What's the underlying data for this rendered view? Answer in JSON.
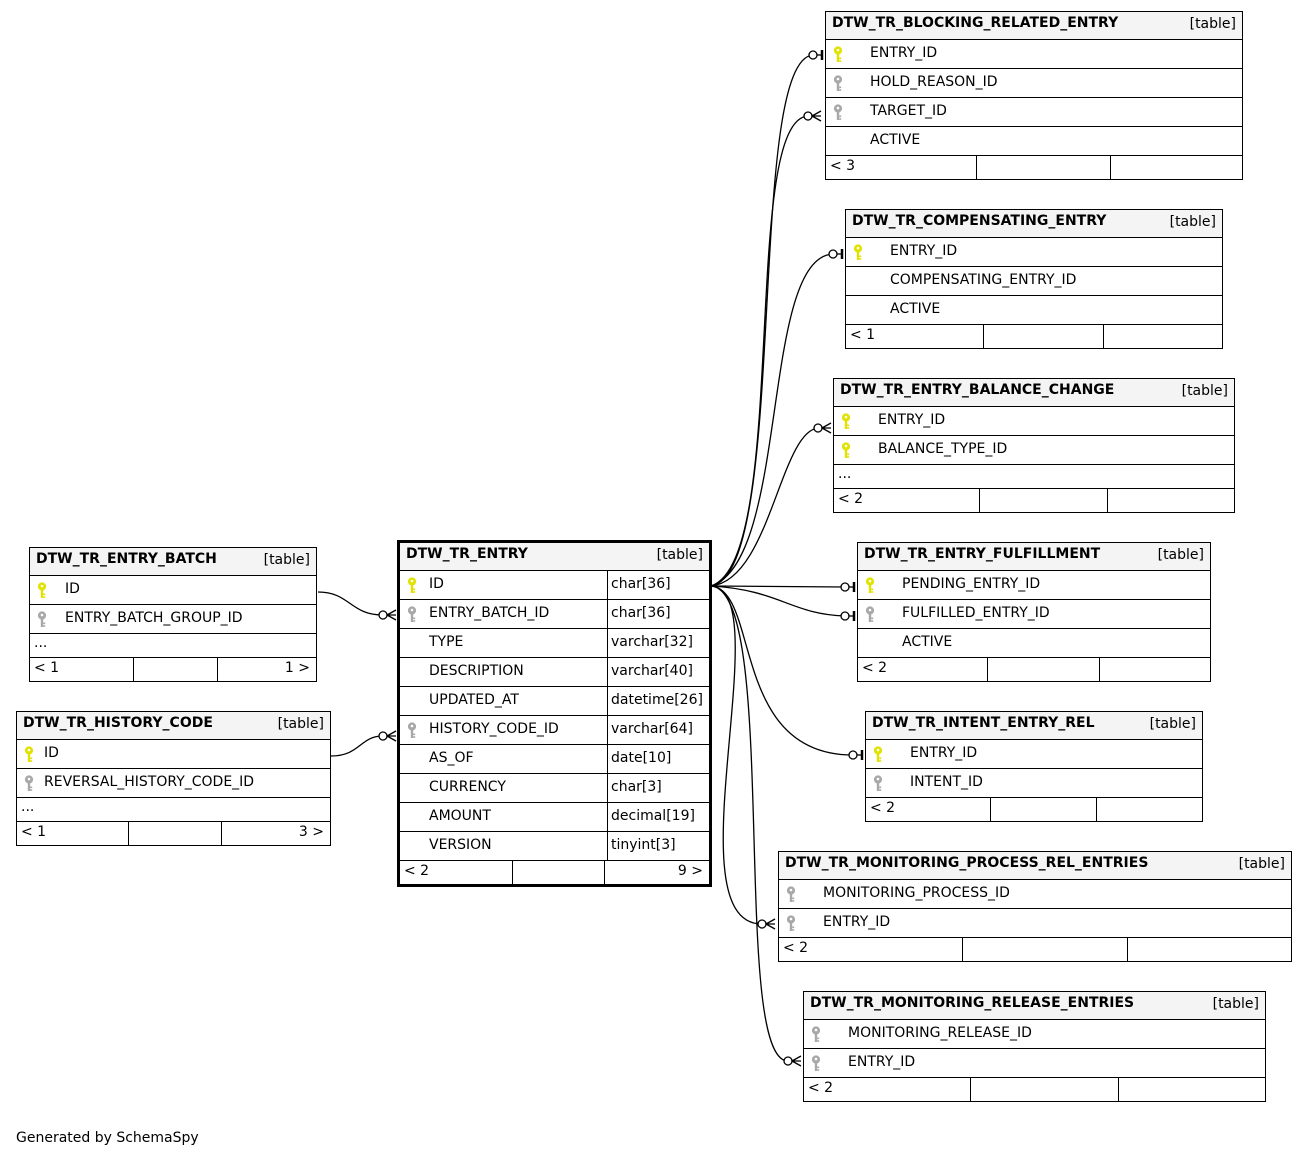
{
  "credit": "Generated by SchemaSpy",
  "type_label": "[table]",
  "colors": {
    "pk_key": "#e2e200",
    "fk_key": "#a8a8a8",
    "header_bg": "#f4f4f4"
  },
  "tables": {
    "blocking": {
      "name": "DTW_TR_BLOCKING_RELATED_ENTRY",
      "columns": [
        {
          "name": "ENTRY_ID",
          "key": "pk"
        },
        {
          "name": "HOLD_REASON_ID",
          "key": "fk"
        },
        {
          "name": "TARGET_ID",
          "key": "fk"
        },
        {
          "name": "ACTIVE",
          "key": "none"
        }
      ],
      "footer": {
        "left": "< 3",
        "right": ""
      }
    },
    "compensating": {
      "name": "DTW_TR_COMPENSATING_ENTRY",
      "columns": [
        {
          "name": "ENTRY_ID",
          "key": "pk"
        },
        {
          "name": "COMPENSATING_ENTRY_ID",
          "key": "none"
        },
        {
          "name": "ACTIVE",
          "key": "none"
        }
      ],
      "footer": {
        "left": "< 1",
        "right": ""
      }
    },
    "balance": {
      "name": "DTW_TR_ENTRY_BALANCE_CHANGE",
      "columns": [
        {
          "name": "ENTRY_ID",
          "key": "pk"
        },
        {
          "name": "BALANCE_TYPE_ID",
          "key": "pk"
        }
      ],
      "ellipsis": "...",
      "footer": {
        "left": "< 2",
        "right": ""
      }
    },
    "fulfillment": {
      "name": "DTW_TR_ENTRY_FULFILLMENT",
      "columns": [
        {
          "name": "PENDING_ENTRY_ID",
          "key": "pk"
        },
        {
          "name": "FULFILLED_ENTRY_ID",
          "key": "fk"
        },
        {
          "name": "ACTIVE",
          "key": "none"
        }
      ],
      "footer": {
        "left": "< 2",
        "right": ""
      }
    },
    "intent": {
      "name": "DTW_TR_INTENT_ENTRY_REL",
      "columns": [
        {
          "name": "ENTRY_ID",
          "key": "pk"
        },
        {
          "name": "INTENT_ID",
          "key": "fk"
        }
      ],
      "footer": {
        "left": "< 2",
        "right": ""
      }
    },
    "monproc": {
      "name": "DTW_TR_MONITORING_PROCESS_REL_ENTRIES",
      "columns": [
        {
          "name": "MONITORING_PROCESS_ID",
          "key": "fk"
        },
        {
          "name": "ENTRY_ID",
          "key": "fk"
        }
      ],
      "footer": {
        "left": "< 2",
        "right": ""
      }
    },
    "monrel": {
      "name": "DTW_TR_MONITORING_RELEASE_ENTRIES",
      "columns": [
        {
          "name": "MONITORING_RELEASE_ID",
          "key": "fk"
        },
        {
          "name": "ENTRY_ID",
          "key": "fk"
        }
      ],
      "footer": {
        "left": "< 2",
        "right": ""
      }
    },
    "batch": {
      "name": "DTW_TR_ENTRY_BATCH",
      "columns": [
        {
          "name": "ID",
          "key": "pk"
        },
        {
          "name": "ENTRY_BATCH_GROUP_ID",
          "key": "fk"
        }
      ],
      "ellipsis": "...",
      "footer": {
        "left": "< 1",
        "right": "1 >"
      }
    },
    "history": {
      "name": "DTW_TR_HISTORY_CODE",
      "columns": [
        {
          "name": "ID",
          "key": "pk"
        },
        {
          "name": "REVERSAL_HISTORY_CODE_ID",
          "key": "fk"
        }
      ],
      "ellipsis": "...",
      "footer": {
        "left": "< 1",
        "right": "3 >"
      }
    },
    "entry": {
      "name": "DTW_TR_ENTRY",
      "columns": [
        {
          "name": "ID",
          "key": "pk",
          "type": "char[36]"
        },
        {
          "name": "ENTRY_BATCH_ID",
          "key": "fk",
          "type": "char[36]"
        },
        {
          "name": "TYPE",
          "key": "none",
          "type": "varchar[32]"
        },
        {
          "name": "DESCRIPTION",
          "key": "none",
          "type": "varchar[40]"
        },
        {
          "name": "UPDATED_AT",
          "key": "none",
          "type": "datetime[26]"
        },
        {
          "name": "HISTORY_CODE_ID",
          "key": "fk",
          "type": "varchar[64]"
        },
        {
          "name": "AS_OF",
          "key": "none",
          "type": "date[10]"
        },
        {
          "name": "CURRENCY",
          "key": "none",
          "type": "char[3]"
        },
        {
          "name": "AMOUNT",
          "key": "none",
          "type": "decimal[19]"
        },
        {
          "name": "VERSION",
          "key": "none",
          "type": "tinyint[3]"
        }
      ],
      "footer": {
        "left": "< 2",
        "right": "9 >"
      }
    }
  }
}
